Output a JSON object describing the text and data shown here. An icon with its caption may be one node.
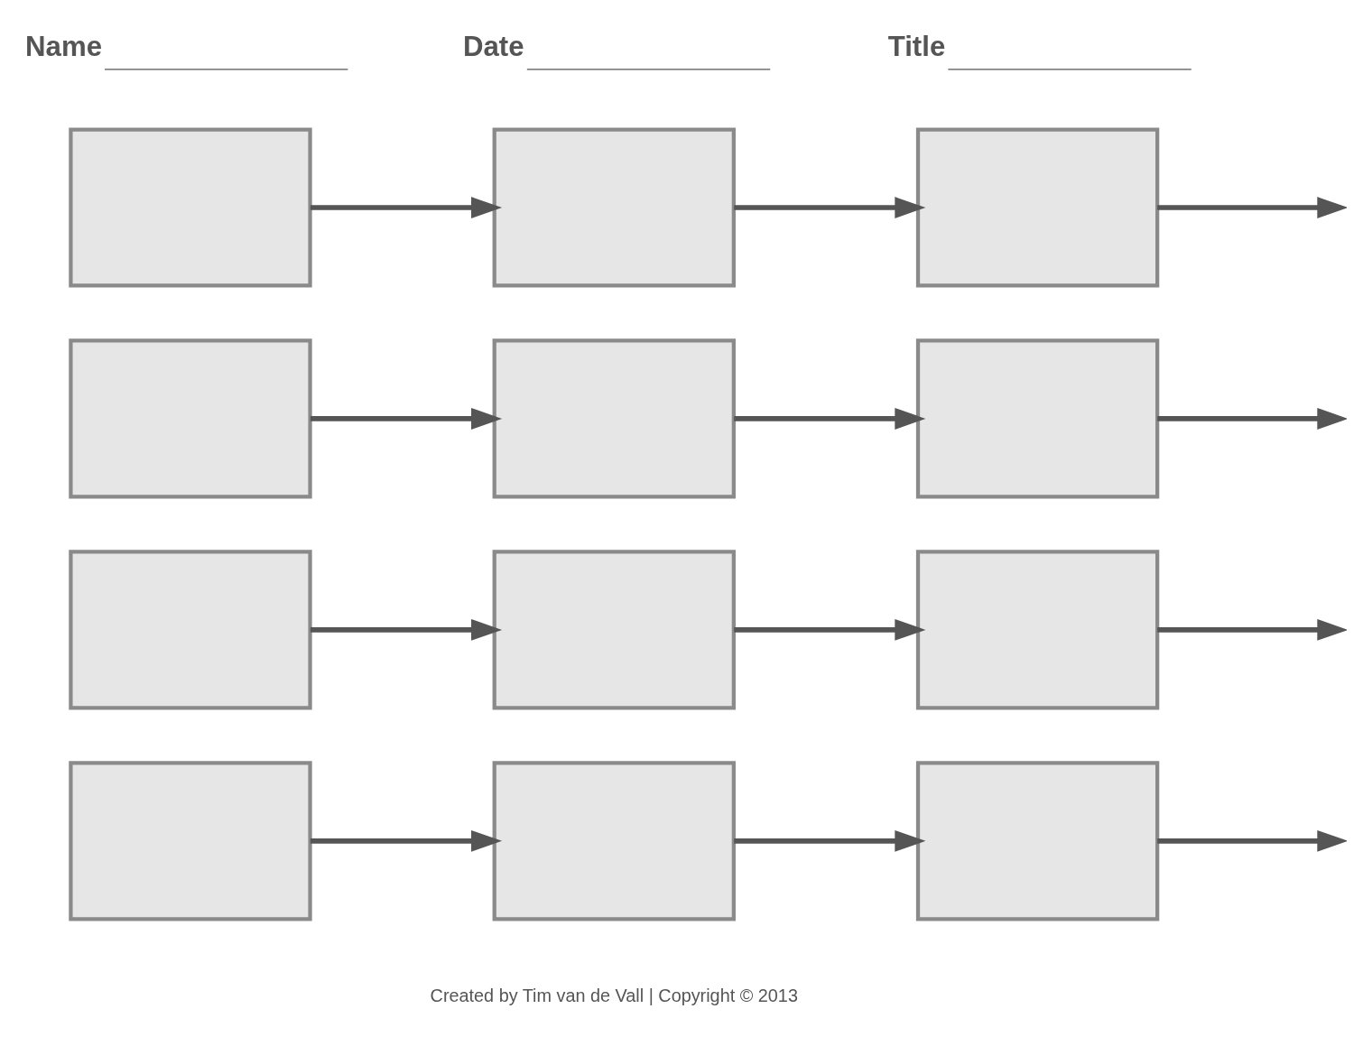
{
  "diagram": {
    "nodes": [
      {
        "text": [],
        "shape": "box"
      },
      {
        "text": [],
        "shape": "box"
      },
      {
        "text": [],
        "shape": "box"
      },
      {
        "text": [],
        "shape": "box"
      },
      {
        "text": [],
        "shape": "box"
      },
      {
        "text": [],
        "shape": "box"
      },
      {
        "text": [],
        "shape": "box"
      },
      {
        "text": [],
        "shape": "box"
      },
      {
        "text": [],
        "shape": "box"
      },
      {
        "text": [],
        "shape": "box"
      },
      {
        "text": [],
        "shape": "box"
      },
      {
        "text": [],
        "shape": "box"
      }
    ],
    "edges": [
      {
        "from": 0,
        "to": 1,
        "arrow": "to"
      },
      {
        "from": 1,
        "to": 2,
        "arrow": "to"
      },
      {
        "from": 2,
        "to": null,
        "arrow": "to"
      },
      {
        "from": 3,
        "to": 4,
        "arrow": "to"
      },
      {
        "from": 4,
        "to": 5,
        "arrow": "to"
      },
      {
        "from": 5,
        "to": null,
        "arrow": "to"
      },
      {
        "from": 6,
        "to": 7,
        "arrow": "to"
      },
      {
        "from": 7,
        "to": 8,
        "arrow": "to"
      },
      {
        "from": 8,
        "to": null,
        "arrow": "to"
      },
      {
        "from": 9,
        "to": 10,
        "arrow": "to"
      },
      {
        "from": 10,
        "to": 11,
        "arrow": "to"
      },
      {
        "from": 11,
        "to": null,
        "arrow": "to"
      }
    ],
    "labels": [
      "Name",
      "Date",
      "Title",
      "Created by Tim van de Vall | Copyright © 2013"
    ]
  }
}
